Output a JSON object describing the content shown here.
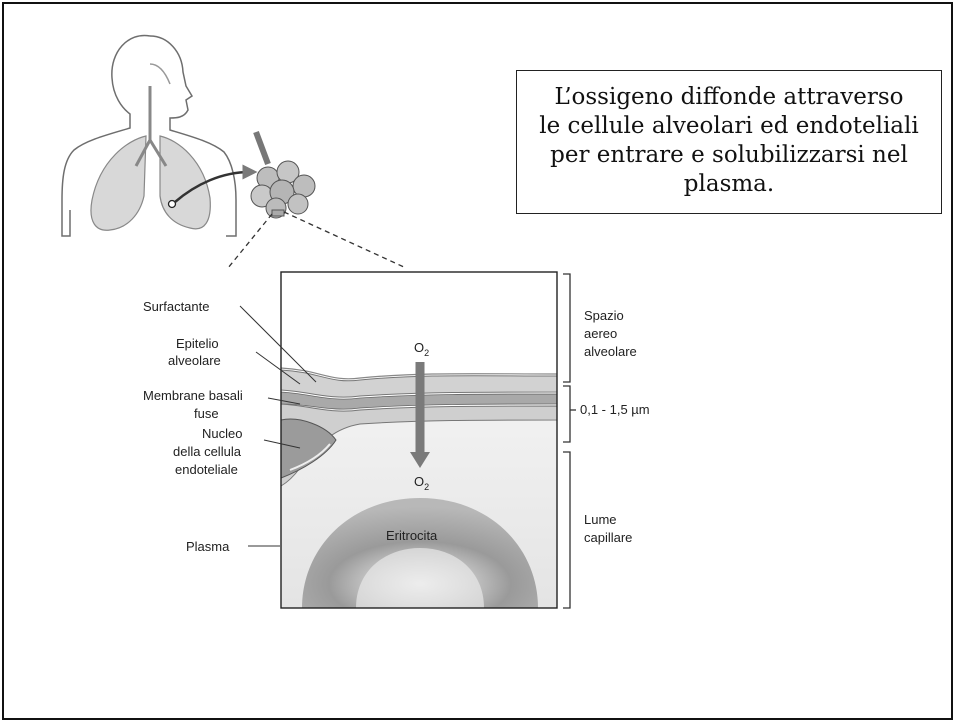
{
  "callout": {
    "lines": [
      "L’ossigeno diffonde attraverso",
      "le cellule alveolari ed endoteliali",
      "per entrare e solubilizzarsi nel",
      "plasma."
    ]
  },
  "left_labels": {
    "surfactante": "Surfactante",
    "epitelio_1": "Epitelio",
    "epitelio_2": "alveolare",
    "membrane_1": "Membrane basali",
    "membrane_2": "fuse",
    "nucleo_1": "Nucleo",
    "nucleo_2": "della cellula",
    "nucleo_3": "endoteliale",
    "plasma": "Plasma"
  },
  "inner_labels": {
    "o2_top": "O",
    "o2_top_sub": "2",
    "o2_bottom": "O",
    "o2_bottom_sub": "2",
    "eritrocita": "Eritrocita"
  },
  "right_labels": {
    "spazio_1": "Spazio",
    "spazio_2": "aereo",
    "spazio_3": "alveolare",
    "thickness": "0,1 - 1,5 µm",
    "lume_1": "Lume",
    "lume_2": "capillare"
  },
  "colors": {
    "border": "#111111",
    "gray_fill": "#d9d9d9",
    "arrow": "#7a7a7a"
  }
}
